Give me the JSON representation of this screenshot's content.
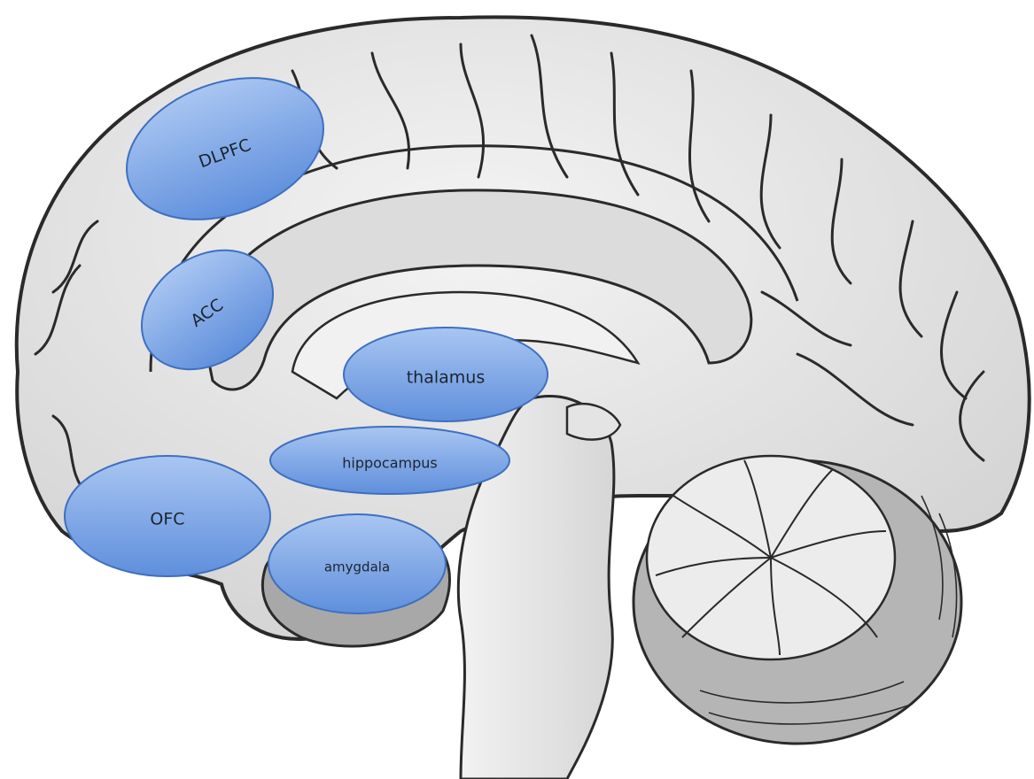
{
  "colors": {
    "background": "#ffffff",
    "brain_fill": "#e9e9e9",
    "brain_dark": "#b9b9b9",
    "outline": "#2a2a2a",
    "region_fill_top": "#a9c6f2",
    "region_fill_bottom": "#5f8fdc",
    "region_border": "#3f6fbf",
    "label_text": "#1c2430"
  },
  "regions": {
    "dlpfc": {
      "label": "DLPFC"
    },
    "acc": {
      "label": "ACC"
    },
    "thalamus": {
      "label": "thalamus"
    },
    "hippocampus": {
      "label": "hippocampus"
    },
    "ofc": {
      "label": "OFC"
    },
    "amygdala": {
      "label": "amygdala"
    }
  }
}
